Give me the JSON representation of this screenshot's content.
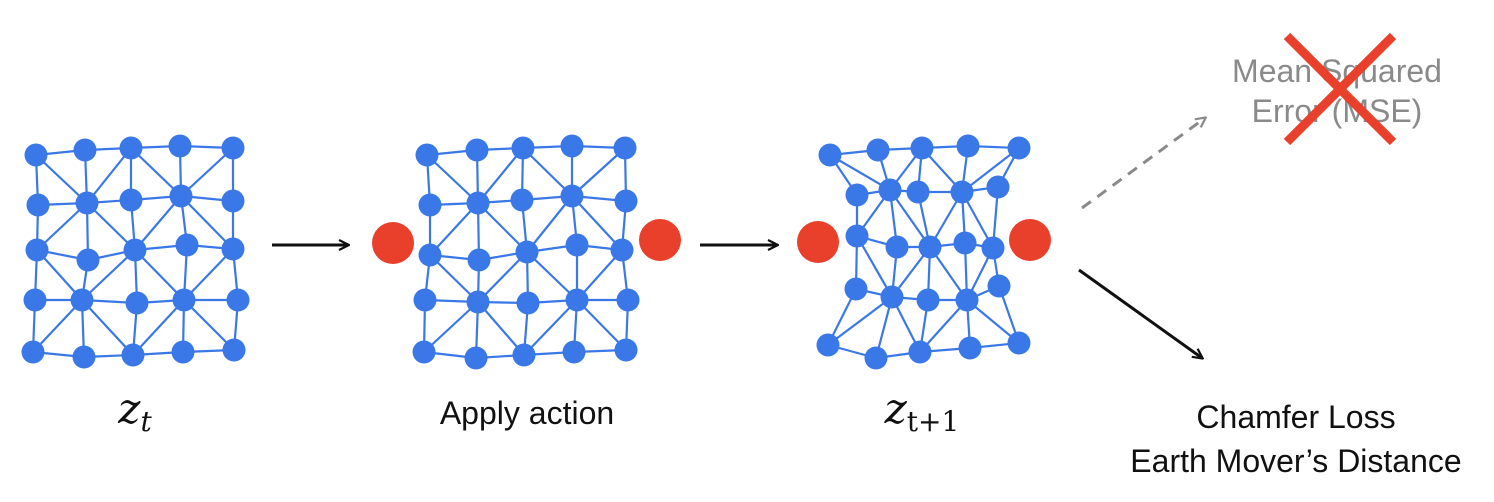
{
  "colors": {
    "node": "#3a78e8",
    "edge": "#3a78e8",
    "action_point": "#e8402a",
    "arrow": "#111111",
    "dashed_arrow": "#8a8a8a",
    "cross": "#e8402a",
    "mse_text": "#8a8a8a"
  },
  "labels": {
    "state_t": {
      "symbol": "z",
      "subscript": "t"
    },
    "apply_action": "Apply action",
    "state_t1": {
      "symbol": "z",
      "subscript": "t+1"
    },
    "mse_line1": "Mean Squared",
    "mse_line2": "Error (MSE)",
    "losses_line1": "Chamfer Loss",
    "losses_line2": "Earth Mover’s Distance"
  },
  "icons": {
    "rejected_mark": "cross-icon",
    "arrow": "arrow-right-icon"
  }
}
